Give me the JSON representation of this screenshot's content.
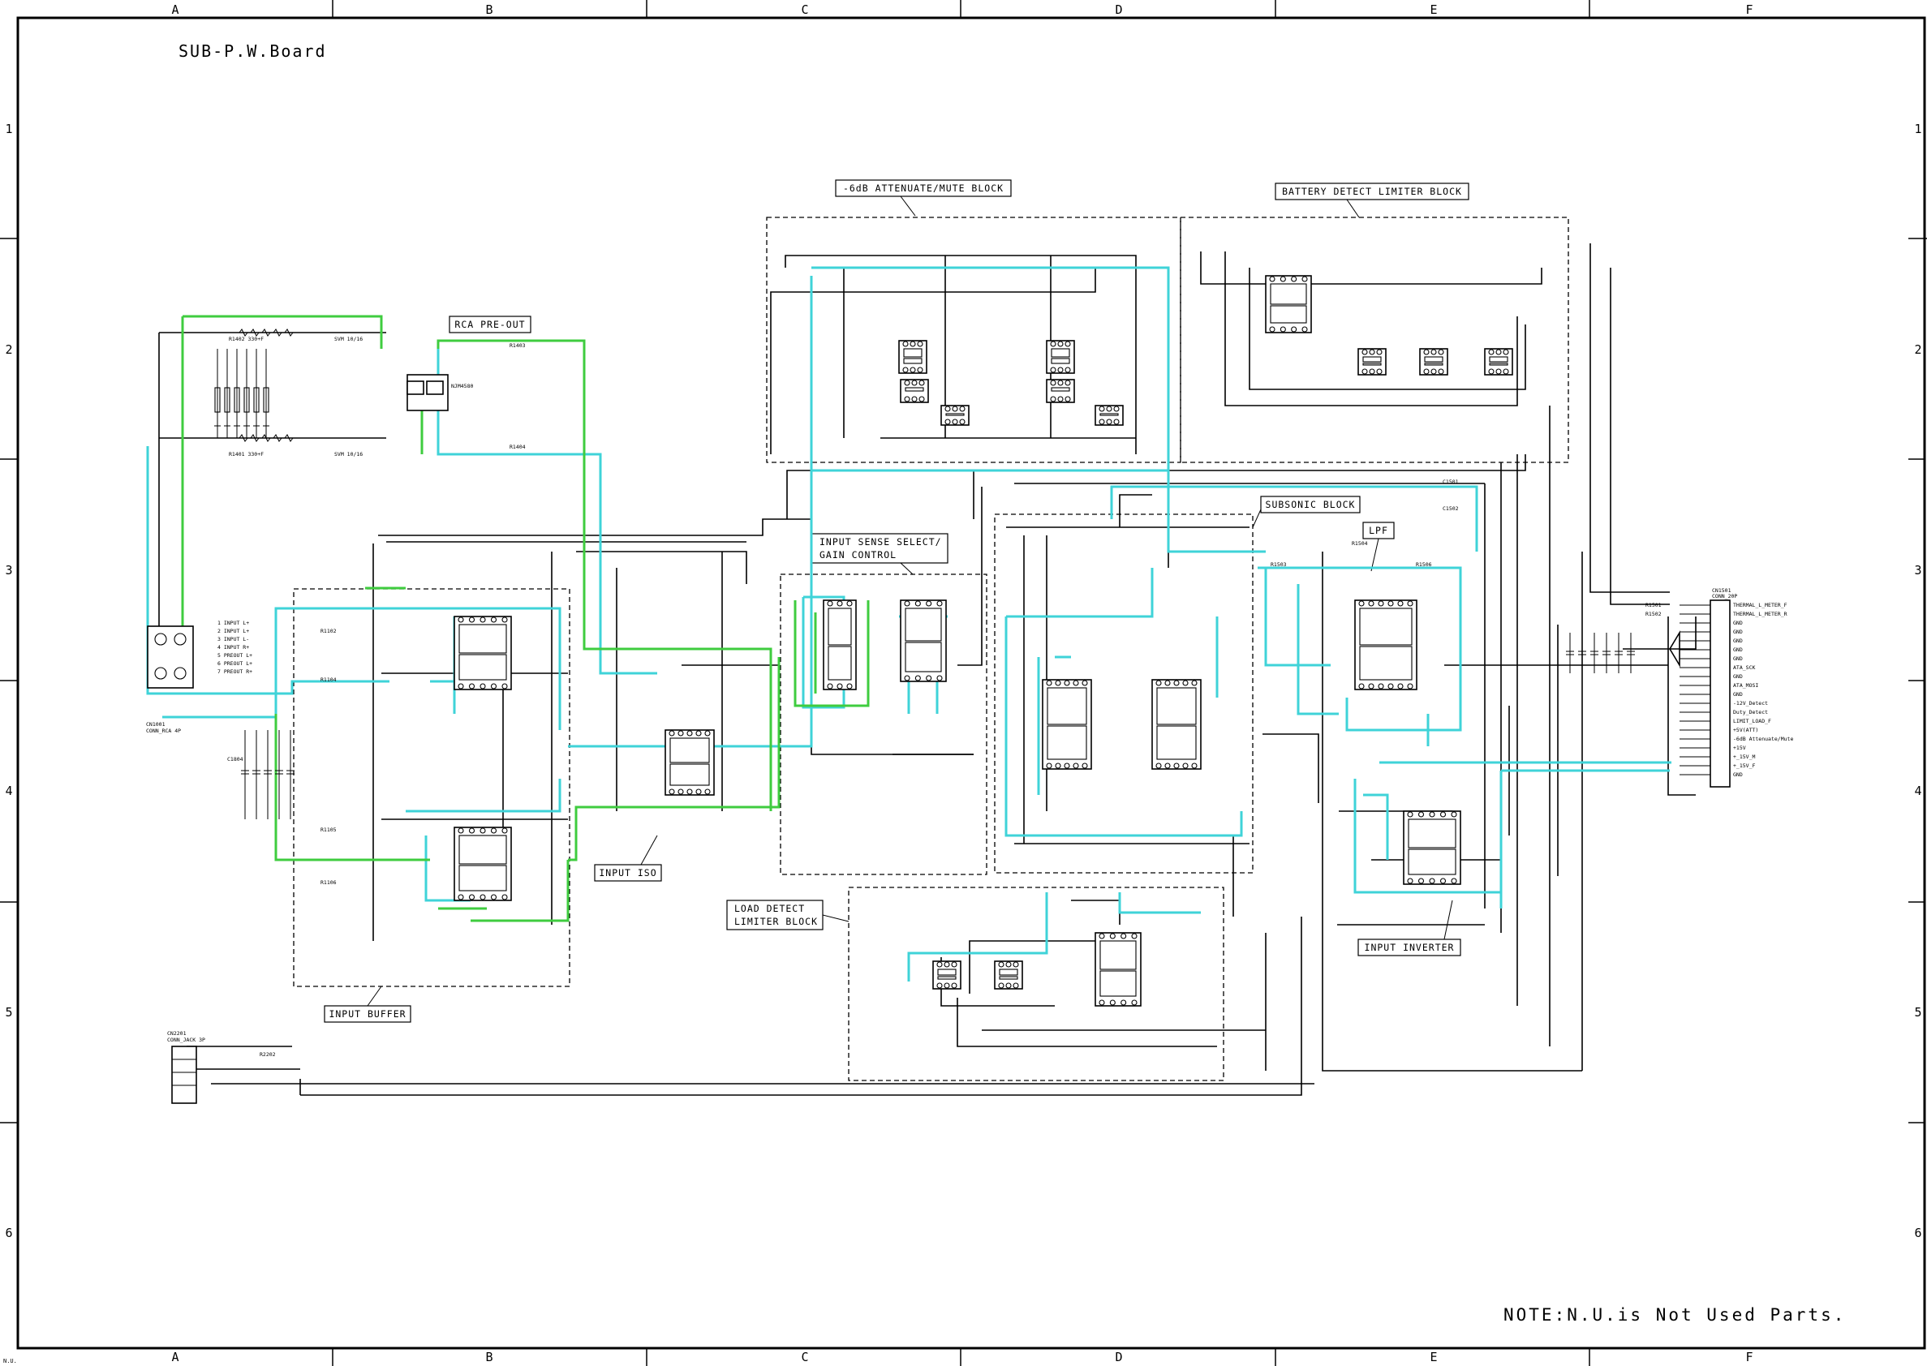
{
  "board_title": "SUB-P.W.Board",
  "note": "NOTE:N.U.is Not Used Parts.",
  "column_labels": [
    "A",
    "B",
    "C",
    "D",
    "E",
    "F"
  ],
  "row_labels": [
    "1",
    "2",
    "3",
    "4",
    "5",
    "6"
  ],
  "corner_mark": "N.U.",
  "blocks": {
    "attenuate": "-6dB ATTENUATE/MUTE BLOCK",
    "battery": "BATTERY DETECT LIMITER BLOCK",
    "rca": "RCA PRE-OUT",
    "input_sense_1": "INPUT SENSE SELECT/",
    "input_sense_2": "GAIN CONTROL",
    "subsonic": "SUBSONIC BLOCK",
    "lpf": "LPF",
    "input_iso": "INPUT ISO",
    "load_1": "LOAD DETECT",
    "load_2": "LIMITER BLOCK",
    "input_buffer": "INPUT BUFFER",
    "input_inverter": "INPUT INVERTER"
  },
  "connectors": {
    "cn1001_ref": "CN1001",
    "cn1001_type": "CONN_RCA 4P",
    "cn1001_pins": [
      "1 INPUT L+",
      "2 INPUT L+",
      "3 INPUT L-",
      "4 INPUT R+",
      "5 PREOUT L+",
      "6 PREOUT L+",
      "7 PREOUT R+"
    ],
    "cn2201_ref": "CN2201",
    "cn2201_type": "CONN_JACK 3P",
    "cn1501_ref": "CN1501",
    "cn1501_type": "CONN_20P",
    "cn1501_pins": [
      "THERMAL_L_METER_F",
      "THERMAL_L_METER_R",
      "GND",
      "GND",
      "GND",
      "GND",
      "GND",
      "ATA_SCK",
      "GND",
      "ATA_MOSI",
      "GND",
      "-12V_Detect",
      "Duty_Detect",
      "LIMIT_LOAD_F",
      "+5V(ATT)",
      "-6dB Attenuate/Mute",
      "+15V",
      "+_15V_M",
      "+_15V_F",
      "GND"
    ]
  },
  "parts": {
    "r1402": "R1402 330+F",
    "r1401": "R1401 330+F",
    "svm1": "SVM 10/16",
    "svm2": "SVM 10/16",
    "r1403": "R1403",
    "r1404": "R1404",
    "r1102": "R1102",
    "r1104": "R1104",
    "r1105": "R1105",
    "r1106": "R1106",
    "r1504": "R1504",
    "r1503": "R1503",
    "r1506": "R1506",
    "c1501": "C1501",
    "c1502": "C1502",
    "r2202": "R2202",
    "r1501": "R1501",
    "r1502": "R1502",
    "ic_rca": "NJM4580",
    "c1804": "C1804"
  }
}
